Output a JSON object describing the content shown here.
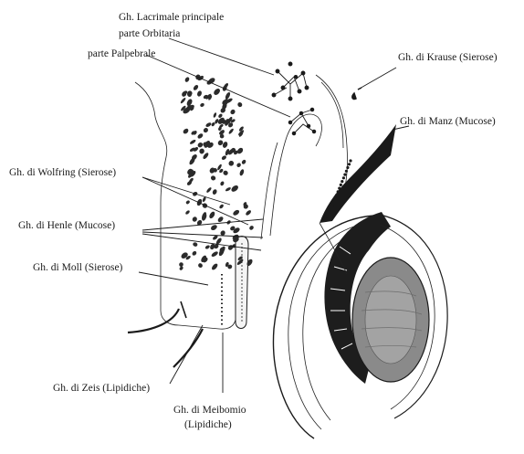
{
  "labels": {
    "lacrimal_main": "Gh. Lacrimale principale",
    "orbital_part": "parte Orbitaria",
    "palpebral_part": "parte Palpebrale",
    "krause": "Gh. di Krause (Sierose)",
    "manz": "Gh. di Manz (Mucose)",
    "wolfring": "Gh. di Wolfring (Sierose)",
    "henle": "Gh. di Henle (Mucose)",
    "moll": "Gh. di Moll (Sierose)",
    "zeis": "Gh. di Zeis (Lipidiche)",
    "meibomio_1": "Gh. di Meibomio",
    "meibomio_2": "(Lipidiche)"
  }
}
